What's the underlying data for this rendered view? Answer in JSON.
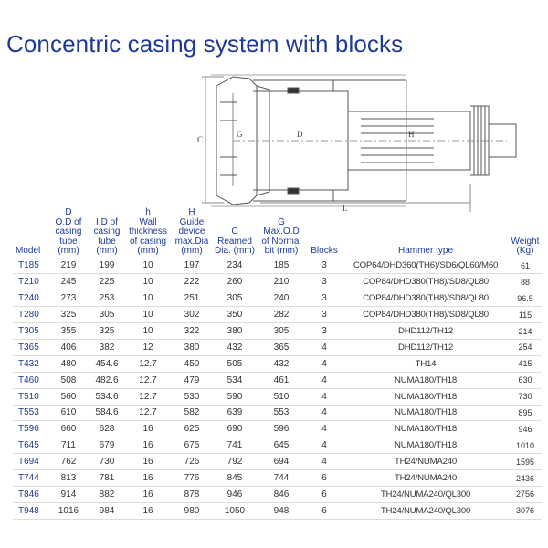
{
  "title": "Concentric casing system with blocks",
  "drawing": {
    "labels": {
      "C": "C",
      "G": "G",
      "H": "H",
      "D": "D",
      "L": "L"
    }
  },
  "table": {
    "headers": {
      "model": "Model",
      "d_sym": "D",
      "d_desc": "O.D of casing tube (mm)",
      "id": "I.D of casing tube (mm)",
      "h_sym": "h",
      "h_desc": "Wall thickness of casing (mm)",
      "hh_sym": "H",
      "hh_desc": "Guide device max.Dia (mm)",
      "c_sym": "C",
      "c_desc": "Reamed Dia. (mm)",
      "g_sym": "G",
      "g_desc": "Max.O.D of Normal bit (mm)",
      "blocks": "Blocks",
      "hammer": "Hammer type",
      "weight": "Weight (Kg)"
    },
    "rows": [
      {
        "model": "T185",
        "d": "219",
        "id": "199",
        "h": "10",
        "hh": "197",
        "c": "234",
        "g": "185",
        "blocks": "3",
        "hammer": "COP64/DHD360(TH6)/SD6/QL60/M60",
        "weight": "61"
      },
      {
        "model": "T210",
        "d": "245",
        "id": "225",
        "h": "10",
        "hh": "222",
        "c": "260",
        "g": "210",
        "blocks": "3",
        "hammer": "COP84/DHD380(TH8)/SD8/QL80",
        "weight": "88"
      },
      {
        "model": "T240",
        "d": "273",
        "id": "253",
        "h": "10",
        "hh": "251",
        "c": "305",
        "g": "240",
        "blocks": "3",
        "hammer": "COP84/DHD380(TH8)/SD8/QL80",
        "weight": "96.5"
      },
      {
        "model": "T280",
        "d": "325",
        "id": "305",
        "h": "10",
        "hh": "302",
        "c": "350",
        "g": "282",
        "blocks": "3",
        "hammer": "COP84/DHD380(TH8)/SD8/QL80",
        "weight": "115"
      },
      {
        "model": "T305",
        "d": "355",
        "id": "325",
        "h": "10",
        "hh": "322",
        "c": "380",
        "g": "305",
        "blocks": "3",
        "hammer": "DHD112/TH12",
        "weight": "214"
      },
      {
        "model": "T365",
        "d": "406",
        "id": "382",
        "h": "12",
        "hh": "380",
        "c": "432",
        "g": "365",
        "blocks": "4",
        "hammer": "DHD112/TH12",
        "weight": "254"
      },
      {
        "model": "T432",
        "d": "480",
        "id": "454.6",
        "h": "12.7",
        "hh": "450",
        "c": "505",
        "g": "432",
        "blocks": "4",
        "hammer": "TH14",
        "weight": "415"
      },
      {
        "model": "T460",
        "d": "508",
        "id": "482.6",
        "h": "12.7",
        "hh": "479",
        "c": "534",
        "g": "461",
        "blocks": "4",
        "hammer": "NUMA180/TH18",
        "weight": "630"
      },
      {
        "model": "T510",
        "d": "560",
        "id": "534.6",
        "h": "12.7",
        "hh": "530",
        "c": "590",
        "g": "510",
        "blocks": "4",
        "hammer": "NUMA180/TH18",
        "weight": "730"
      },
      {
        "model": "T553",
        "d": "610",
        "id": "584.6",
        "h": "12.7",
        "hh": "582",
        "c": "639",
        "g": "553",
        "blocks": "4",
        "hammer": "NUMA180/TH18",
        "weight": "895"
      },
      {
        "model": "T596",
        "d": "660",
        "id": "628",
        "h": "16",
        "hh": "625",
        "c": "690",
        "g": "596",
        "blocks": "4",
        "hammer": "NUMA180/TH18",
        "weight": "946"
      },
      {
        "model": "T645",
        "d": "711",
        "id": "679",
        "h": "16",
        "hh": "675",
        "c": "741",
        "g": "645",
        "blocks": "4",
        "hammer": "NUMA180/TH18",
        "weight": "1010"
      },
      {
        "model": "T694",
        "d": "762",
        "id": "730",
        "h": "16",
        "hh": "726",
        "c": "792",
        "g": "694",
        "blocks": "4",
        "hammer": "TH24/NUMA240",
        "weight": "1595"
      },
      {
        "model": "T744",
        "d": "813",
        "id": "781",
        "h": "16",
        "hh": "776",
        "c": "845",
        "g": "744",
        "blocks": "6",
        "hammer": "TH24/NUMA240",
        "weight": "2436"
      },
      {
        "model": "T846",
        "d": "914",
        "id": "882",
        "h": "16",
        "hh": "878",
        "c": "946",
        "g": "846",
        "blocks": "6",
        "hammer": "TH24/NUMA240/QL300",
        "weight": "2756"
      },
      {
        "model": "T948",
        "d": "1016",
        "id": "984",
        "h": "16",
        "hh": "980",
        "c": "1050",
        "g": "948",
        "blocks": "6",
        "hammer": "TH24/NUMA240/QL300",
        "weight": "3076"
      }
    ]
  }
}
